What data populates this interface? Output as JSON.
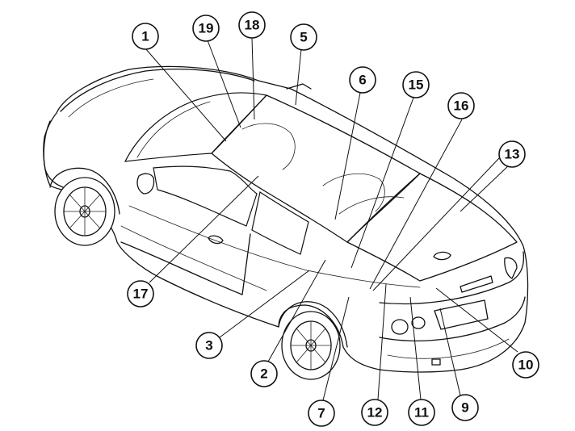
{
  "figure": {
    "subject": "convertible-car-rear-three-quarter-view",
    "colors": {
      "line": "#111111",
      "background": "#ffffff"
    }
  },
  "callouts": [
    {
      "id": "c1",
      "label": "1"
    },
    {
      "id": "c19",
      "label": "19"
    },
    {
      "id": "c18",
      "label": "18"
    },
    {
      "id": "c5",
      "label": "5"
    },
    {
      "id": "c6",
      "label": "6"
    },
    {
      "id": "c15",
      "label": "15"
    },
    {
      "id": "c16",
      "label": "16"
    },
    {
      "id": "c13",
      "label": "13"
    },
    {
      "id": "c17",
      "label": "17"
    },
    {
      "id": "c3",
      "label": "3"
    },
    {
      "id": "c2",
      "label": "2"
    },
    {
      "id": "c7",
      "label": "7"
    },
    {
      "id": "c12",
      "label": "12"
    },
    {
      "id": "c11",
      "label": "11"
    },
    {
      "id": "c9",
      "label": "9"
    },
    {
      "id": "c10",
      "label": "10"
    }
  ]
}
